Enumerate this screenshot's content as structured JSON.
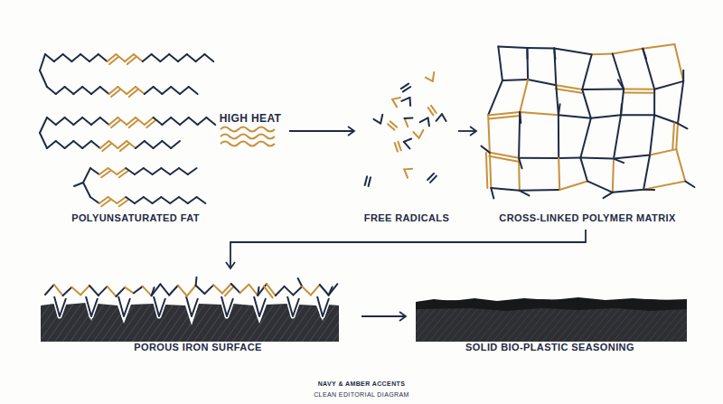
{
  "diagram": {
    "nodes": [
      {
        "text": [
          "POLYUNSATURATED FAT"
        ]
      },
      {
        "text": [
          "FREE RADICALS"
        ]
      },
      {
        "text": [
          "CROSS-LINKED POLYMER MATRIX"
        ]
      },
      {
        "text": [
          "POROUS IRON SURFACE"
        ]
      },
      {
        "text": [
          "SOLID BIO-PLASTIC SEASONING"
        ]
      }
    ],
    "edges": [
      {
        "from": 0,
        "to": 1,
        "arrow": "to"
      },
      {
        "from": 1,
        "to": 2,
        "arrow": "to"
      },
      {
        "from": 2,
        "to": 3,
        "arrow": "to"
      },
      {
        "from": 3,
        "to": 4,
        "arrow": "to"
      }
    ],
    "labels": [
      "HIGH HEAT",
      "NAVY & AMBER ACCENTS",
      "CLEAN EDITORIAL DIAGRAM"
    ]
  }
}
